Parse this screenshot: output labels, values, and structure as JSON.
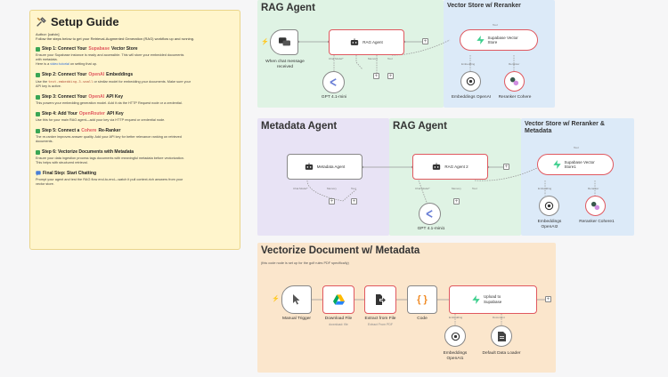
{
  "guide": {
    "title": "Setup Guide",
    "author": "Author: [calvin]",
    "intro": "Follow the steps below to get your Retrieval-Augmented Generation (RAG) workflow up and running.",
    "steps": [
      {
        "pre": "Step 1: Connect Your ",
        "hl": "Supabase",
        "post": " Vector Store",
        "lines": [
          "Ensure your Supabase instance is ready and accessible. This will store your embedded documents",
          "with metadata."
        ],
        "link_pre": "Here is a ",
        "link": "video tutorial",
        "link_post": " on setting that up."
      },
      {
        "pre": "Step 2: Connect Your ",
        "hl": "OpenAI",
        "post": " Embeddings",
        "line1_pre": "Use the ",
        "code": "text-embedding-3-small",
        "line1_post": " or similar model for embedding your documents. Make sure your",
        "line2": "API key is active."
      },
      {
        "pre": "Step 3: Connect Your ",
        "hl": "OpenAI",
        "post": " API Key",
        "lines": [
          "This powers your embedding generation model. Add it via the HTTP Request node or a credential."
        ]
      },
      {
        "pre": "Step 4: Add Your ",
        "hl": "OpenRouter",
        "post": " API Key",
        "lines": [
          "Use this for your main RAG agent—add your key via HTTP request or credential node."
        ]
      },
      {
        "pre": "Step 5: Connect a ",
        "hl": "Cohere",
        "post": " Re-Ranker",
        "lines": [
          "The re-ranker improves answer quality. Add your API key for better relevance ranking on retrieved",
          "documents."
        ]
      },
      {
        "pre": "Step 6: Vectorize Documents with Metadata",
        "hl": "",
        "post": "",
        "lines": [
          "Ensure your data ingestion process tags documents with meaningful metadata before vectorization.",
          "This helps with structured retrieval."
        ]
      },
      {
        "pre": "Final Step: Start Chatting",
        "hl": "",
        "post": "",
        "lines": [
          "Prompt your agent and test the RAG flow end-to-end—watch it pull context-rich answers from your",
          "vector store."
        ]
      }
    ]
  },
  "sections": {
    "rag": "RAG Agent",
    "vec1": "Vector Store w/ Reranker",
    "meta": "Metadata Agent",
    "rag2": "RAG Agent",
    "vec2": "Vector Store w/ Reranker & Metadata",
    "vectorize": "Vectorize Document w/ Metadata",
    "vectorize_note": "(this code node is set up for the golf rules PDF specifically)"
  },
  "nodes": {
    "chat_trigger": "When chat message received",
    "rag_agent": "RAG Agent",
    "gpt1": "GPT 4.1-mini",
    "supabase1": "Supabase Vector Store",
    "embed1": "Embeddings OpenAI",
    "rerank1": "Reranker Cohere",
    "metadata_agent": "Metadata Agent",
    "rag_agent2": "RAG Agent 2",
    "gpt2": "GPT 4.1-mini1",
    "supabase2": "Supabase Vector Store1",
    "embed2": "Embeddings OpenAI2",
    "rerank2": "Reranker Cohere1",
    "manual": "Manual Trigger",
    "download": "Download File",
    "download_sub": "download: file",
    "extract": "Extract from File",
    "extract_sub": "Extract From PDF",
    "code": "Code",
    "upload": "Upload to Supabase",
    "embed3": "Embeddings OpenAI1",
    "loader": "Default Data Loader"
  },
  "ports": {
    "chat_model": "Chat Model*",
    "memory": "Memory",
    "tool": "Tool",
    "embedding": "Embedding",
    "reranker": "Reranker",
    "document": "Document",
    "tool_top": "Tool"
  },
  "colors": {
    "rag_bg": "#dff3e4",
    "vec_bg": "#dceaf8",
    "meta_bg": "#e8e3f5",
    "vectorize_bg": "#fbe6cc",
    "guide_bg": "#fff5cc",
    "accent": "#e0585f"
  }
}
